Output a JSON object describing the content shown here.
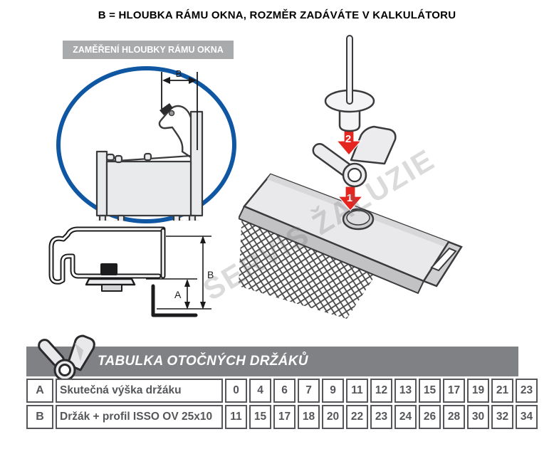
{
  "title": "B = HLOUBKA RÁMU OKNA, ROZMĚR ZADÁVÁTE V KALKULÁTORU",
  "caption": "ZAMĚŘENÍ HLOUBKY RÁMU OKNA",
  "diagram_labels": {
    "depth_b": "B",
    "height_a": "A"
  },
  "assembly": {
    "step_1": "1",
    "step_2": "2",
    "watermark": "SERVIS ŽALUZIE"
  },
  "table": {
    "title": "TABULKA OTOČNÝCH DRŽÁKŮ",
    "rows": [
      {
        "letter": "A",
        "label": "Skutečná výška držáku",
        "values": [
          0,
          4,
          6,
          7,
          9,
          11,
          12,
          13,
          15,
          17,
          19,
          21,
          23
        ]
      },
      {
        "letter": "B",
        "label": "Držák + profil ISSO OV 25x10",
        "values": [
          11,
          15,
          17,
          18,
          20,
          22,
          23,
          24,
          26,
          28,
          30,
          32,
          34
        ]
      }
    ]
  },
  "icons": {
    "table_header": "rotary-bracket-icon"
  },
  "colors": {
    "accent_blue": "#0f57a3",
    "arrow_red": "#e52620",
    "caption_gray": "#a9aaac",
    "header_gray": "#808184",
    "table_gray": "#54565a"
  }
}
